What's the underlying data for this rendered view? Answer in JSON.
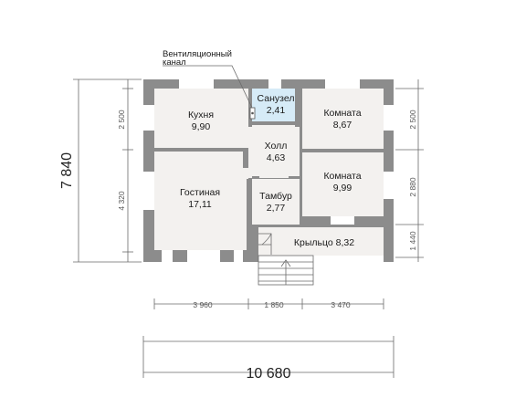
{
  "annotation": {
    "line1": "Вентиляционный",
    "line2": "канал"
  },
  "rooms": {
    "kitchen": {
      "name": "Кухня",
      "area": "9,90"
    },
    "bathroom": {
      "name": "Санузел",
      "area": "2,41"
    },
    "room_top": {
      "name": "Комната",
      "area": "8,67"
    },
    "hall": {
      "name": "Холл",
      "area": "4,63"
    },
    "living": {
      "name": "Гостиная",
      "area": "17,11"
    },
    "vestibule": {
      "name": "Тамбур",
      "area": "2,77"
    },
    "room_bottom": {
      "name": "Комната",
      "area": "9,99"
    },
    "porch": {
      "name": "Крыльцо 8,32"
    }
  },
  "dimensions": {
    "left_total": "7 840",
    "left_upper": "2 500",
    "left_lower": "4 320",
    "right_upper": "2 500",
    "right_middle": "2 880",
    "right_lower": "1 440",
    "bottom_left": "3 960",
    "bottom_middle": "1 850",
    "bottom_right": "3 470",
    "bottom_total": "10 680"
  },
  "colors": {
    "wall": "#8c8c8c",
    "floor": "#f3f1ef",
    "bathroom_floor": "#d6ebf7"
  }
}
